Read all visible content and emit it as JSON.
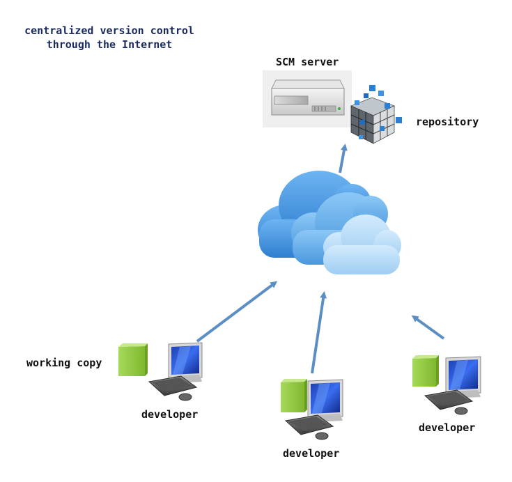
{
  "title": {
    "line1": "centralized version control",
    "line2": "through the Internet"
  },
  "labels": {
    "server": "SCM server",
    "repository": "repository",
    "working_copy": "working copy",
    "developer_left": "developer",
    "developer_middle": "developer",
    "developer_right": "developer"
  },
  "icons": {
    "server": "server-icon",
    "repository": "cube-repository-icon",
    "cloud": "cloud-icon",
    "computer": "computer-icon",
    "working_copy": "box-icon"
  },
  "colors": {
    "title": "#1a2a5e",
    "arrow": "#5b8ec4",
    "cloud_dark": "#3b8fd9",
    "cloud_mid": "#5fa8ea",
    "cloud_light": "#a8d4f7",
    "box_green": "#8cc63f",
    "cube_blue": "#2a7fd4"
  }
}
